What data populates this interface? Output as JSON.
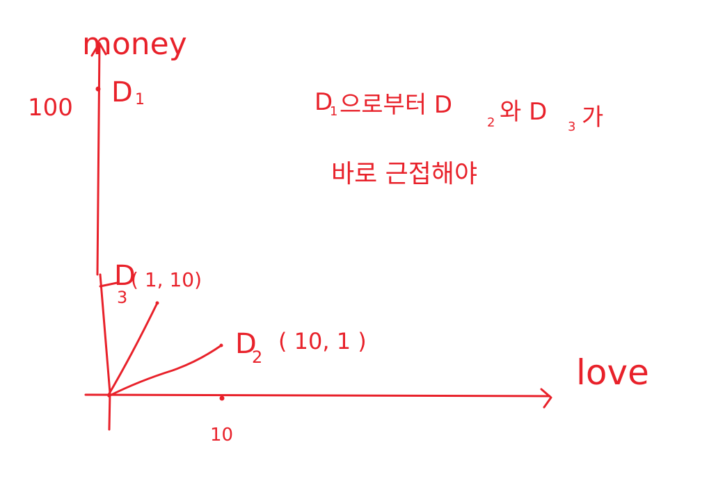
{
  "axes": {
    "y_label": "money",
    "x_label": "love",
    "y_tick": "100",
    "x_tick": "10"
  },
  "points": {
    "d1": {
      "label": "D",
      "sub": "1"
    },
    "d2": {
      "label": "D",
      "sub": "2",
      "coord": "( 10, 1 )"
    },
    "d3": {
      "label": "D",
      "sub": "3",
      "coord": "( 1, 10)"
    }
  },
  "note": {
    "line1_pre": "D",
    "line1_sub1": "1",
    "line1_text": "으로부터 D",
    "line1_sub2": "2",
    "line1_mid": "와 D",
    "line1_sub3": "3",
    "line1_end": "가",
    "line2": "바로 근접해야"
  },
  "colors": {
    "ink": "#e8212a",
    "background": "#ffffff"
  }
}
